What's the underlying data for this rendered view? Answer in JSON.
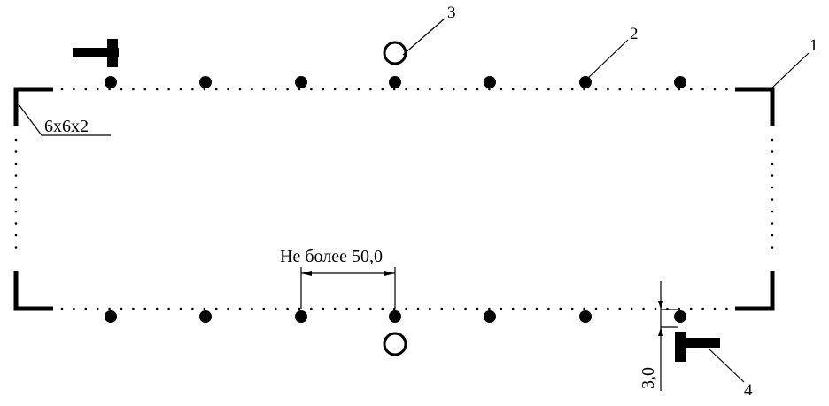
{
  "labels": {
    "callout_1": "1",
    "callout_2": "2",
    "callout_3": "3",
    "callout_4": "4",
    "corner_size": "6х6х2",
    "spacing": "Не более 50,0",
    "offset": "3,0"
  },
  "colors": {
    "ink": "#000000",
    "background": "#ffffff"
  }
}
